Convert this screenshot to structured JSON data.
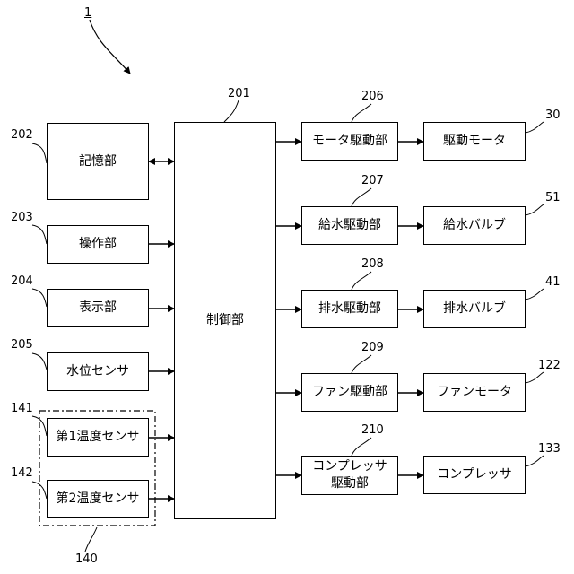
{
  "diagram": {
    "main_ref": "1",
    "blocks": {
      "storage": {
        "label": "記憶部",
        "ref": "202"
      },
      "operation": {
        "label": "操作部",
        "ref": "203"
      },
      "display": {
        "label": "表示部",
        "ref": "204"
      },
      "water_level": {
        "label": "水位センサ",
        "ref": "205"
      },
      "temp1": {
        "label": "第1温度センサ",
        "ref": "141"
      },
      "temp2": {
        "label": "第2温度センサ",
        "ref": "142"
      },
      "temp_group": {
        "ref": "140"
      },
      "control": {
        "label": "制御部",
        "ref": "201"
      },
      "motor_drive": {
        "label": "モータ駆動部",
        "ref": "206"
      },
      "supply_drive": {
        "label": "給水駆動部",
        "ref": "207"
      },
      "drain_drive": {
        "label": "排水駆動部",
        "ref": "208"
      },
      "fan_drive": {
        "label": "ファン駆動部",
        "ref": "209"
      },
      "comp_drive": {
        "label_line1": "コンプレッサ",
        "label_line2": "駆動部",
        "ref": "210"
      },
      "drive_motor": {
        "label": "駆動モータ",
        "ref": "30"
      },
      "supply_valve": {
        "label": "給水バルブ",
        "ref": "51"
      },
      "drain_valve": {
        "label": "排水バルブ",
        "ref": "41"
      },
      "fan_motor": {
        "label": "ファンモータ",
        "ref": "122"
      },
      "compressor": {
        "label": "コンプレッサ",
        "ref": "133"
      }
    }
  }
}
